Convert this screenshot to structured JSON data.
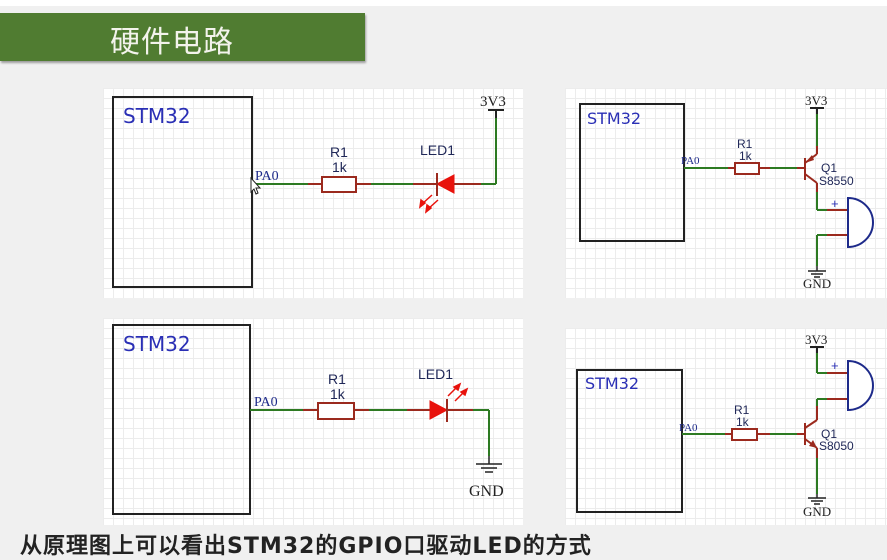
{
  "slide": {
    "title": "硬件电路",
    "caption": "从原理图上可以看出STM32的GPIO口驱动LED的方式"
  },
  "colors": {
    "banner": "#507c31",
    "wire_net": "#2d7a22",
    "wire_pin": "#9b2a1e",
    "led": "#e8120c",
    "chip_label": "#2a2fb5",
    "buzzer": "#1d2a8a"
  },
  "circuits": [
    {
      "id": "led-low-side",
      "chip": "STM32",
      "pin": "PA0",
      "resistor": {
        "ref": "R1",
        "value": "1k"
      },
      "led": {
        "ref": "LED1"
      },
      "power": "3V3",
      "description": "LED anode to 3V3, cathode via R1 to PA0"
    },
    {
      "id": "pnp-buzzer",
      "chip": "STM32",
      "pin": "PA0",
      "resistor": {
        "ref": "R1",
        "value": "1k"
      },
      "transistor": {
        "ref": "Q1",
        "part": "S8550"
      },
      "buzzer_plus": "+",
      "power": "3V3",
      "ground": "GND"
    },
    {
      "id": "led-high-side",
      "chip": "STM32",
      "pin": "PA0",
      "resistor": {
        "ref": "R1",
        "value": "1k"
      },
      "led": {
        "ref": "LED1"
      },
      "ground": "GND",
      "description": "PA0 via R1 to LED anode, cathode to GND"
    },
    {
      "id": "npn-buzzer",
      "chip": "STM32",
      "pin": "PA0",
      "resistor": {
        "ref": "R1",
        "value": "1k"
      },
      "transistor": {
        "ref": "Q1",
        "part": "S8050"
      },
      "buzzer_plus": "+",
      "power": "3V3",
      "ground": "GND"
    }
  ]
}
